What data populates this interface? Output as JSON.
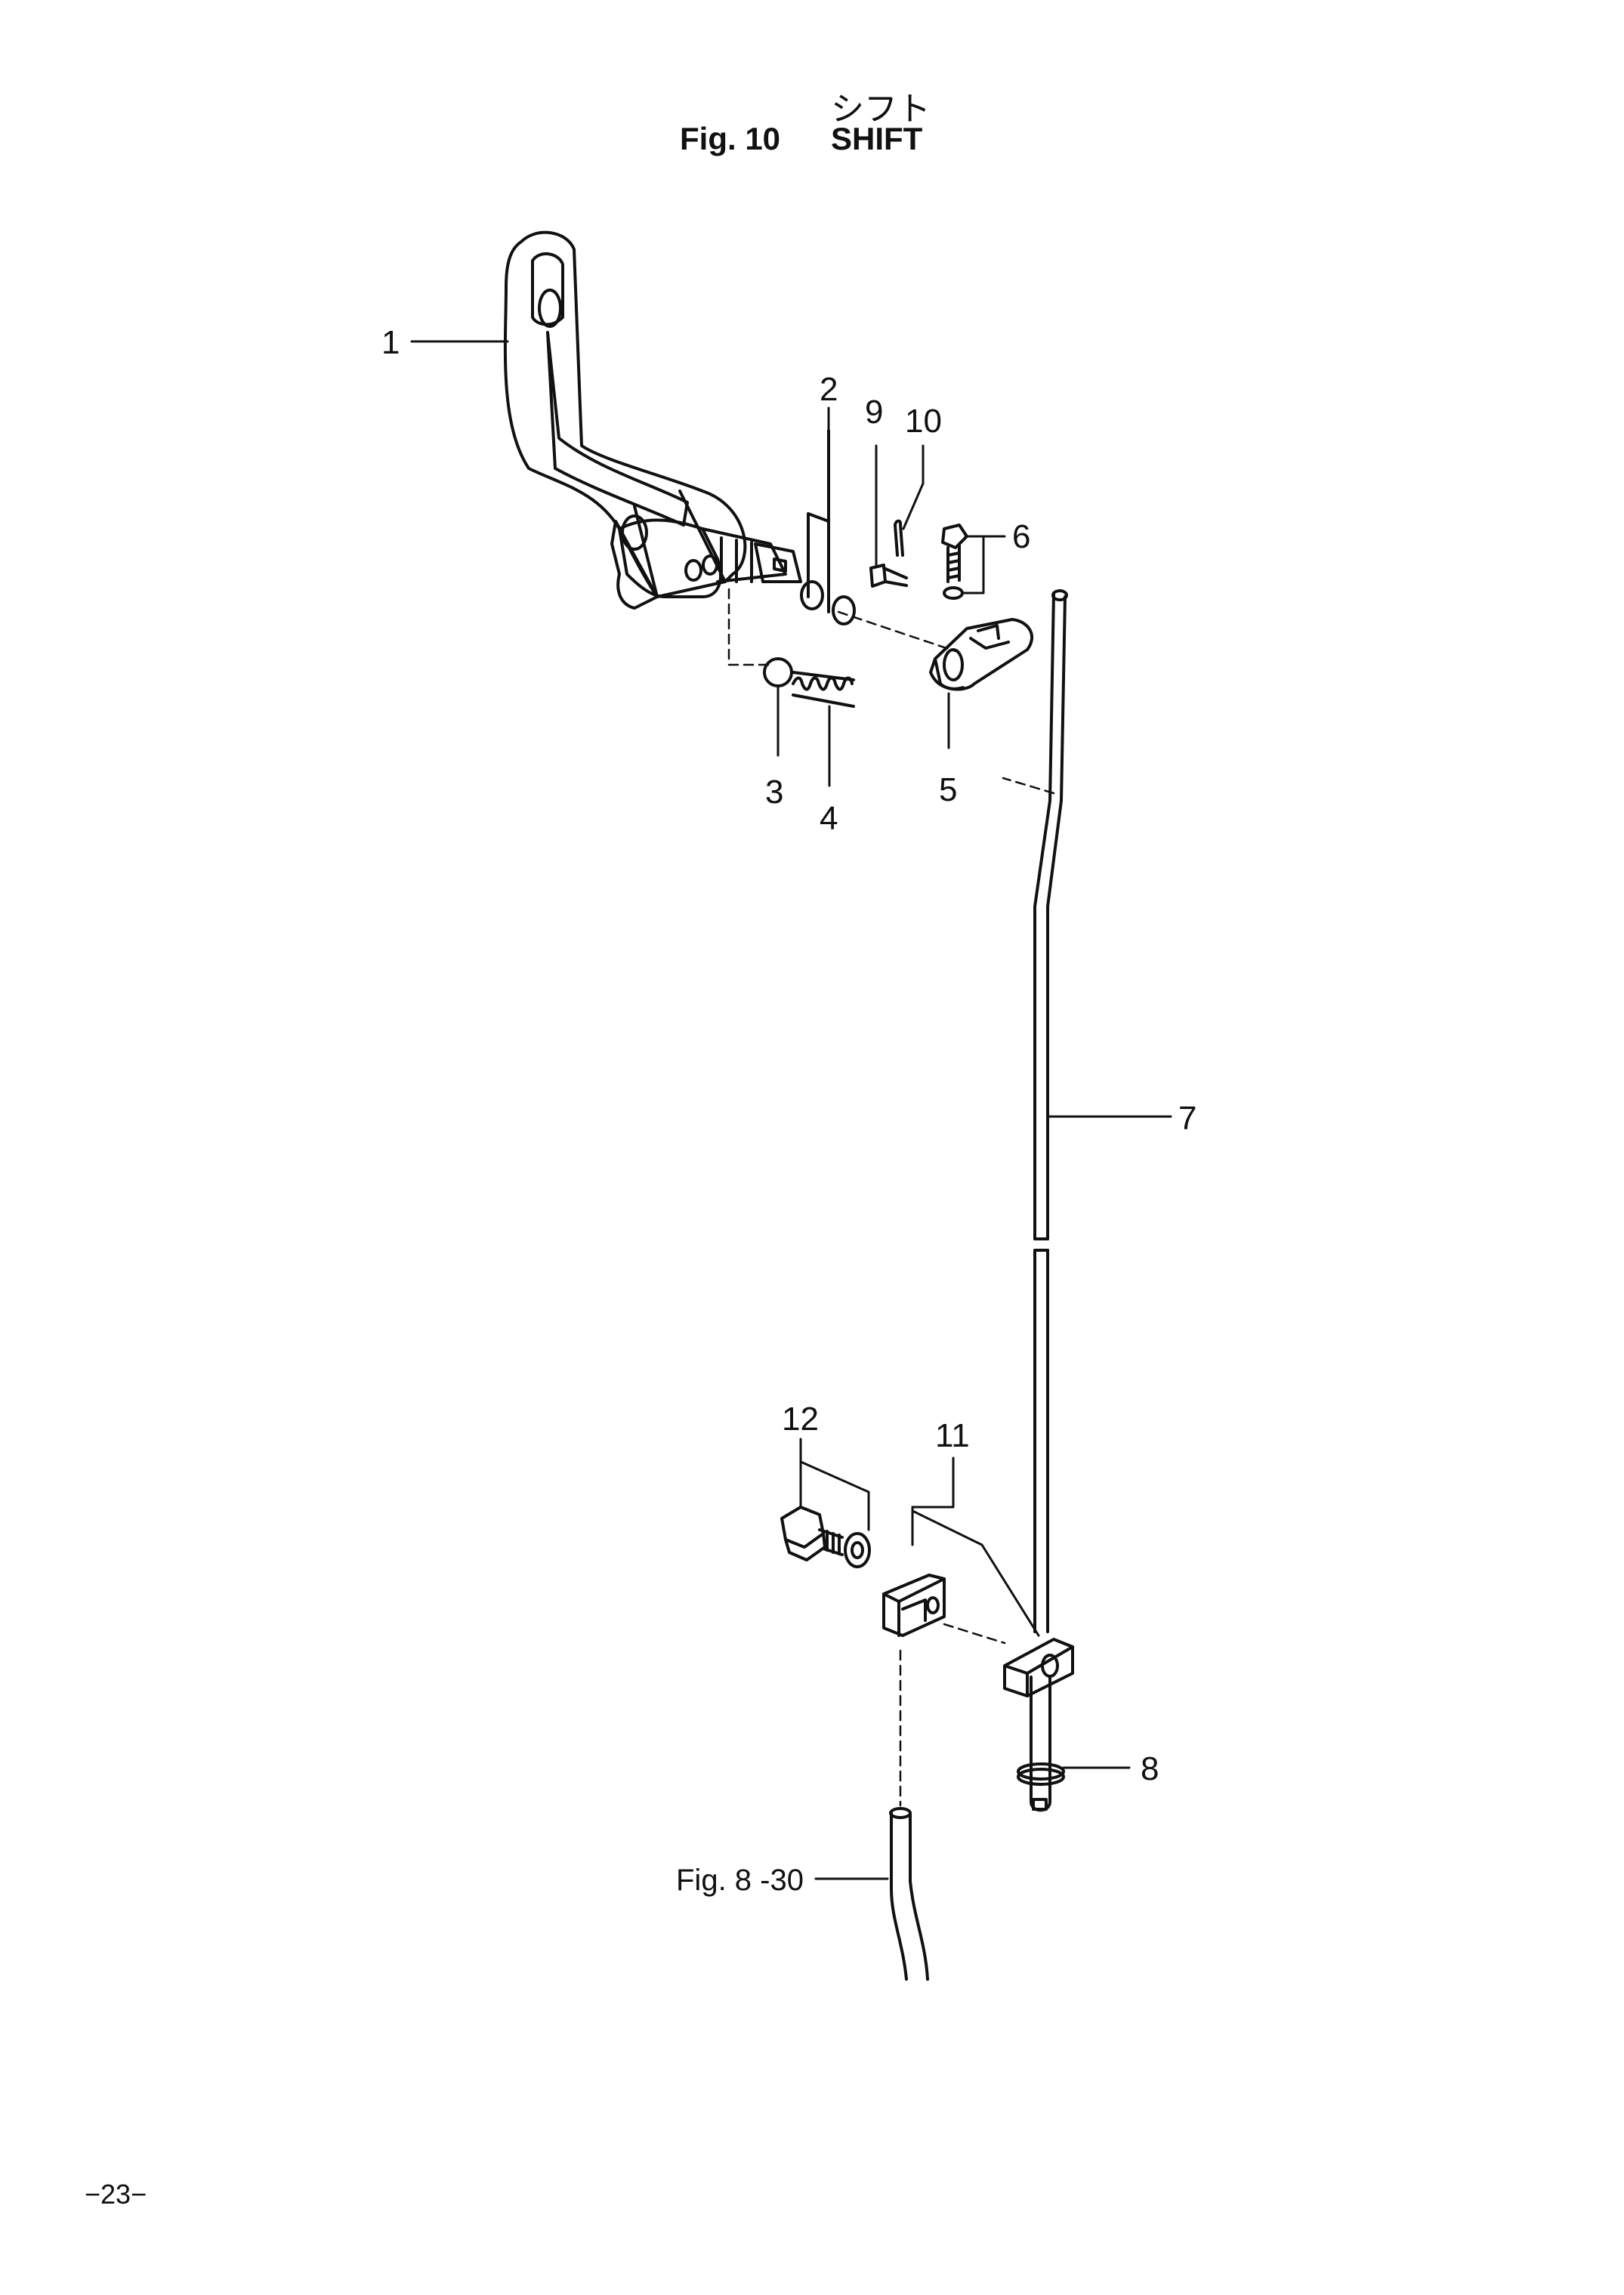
{
  "header": {
    "title_jp": "シフト",
    "fig_label": "Fig. 10",
    "title_en": "SHIFT"
  },
  "callouts": {
    "c1": "1",
    "c2": "2",
    "c3": "3",
    "c4": "4",
    "c5": "5",
    "c6": "6",
    "c7": "7",
    "c8": "8",
    "c9": "9",
    "c10": "10",
    "c11": "11",
    "c12": "12"
  },
  "reference": "Fig. 8 -30",
  "page_number": "−23−"
}
